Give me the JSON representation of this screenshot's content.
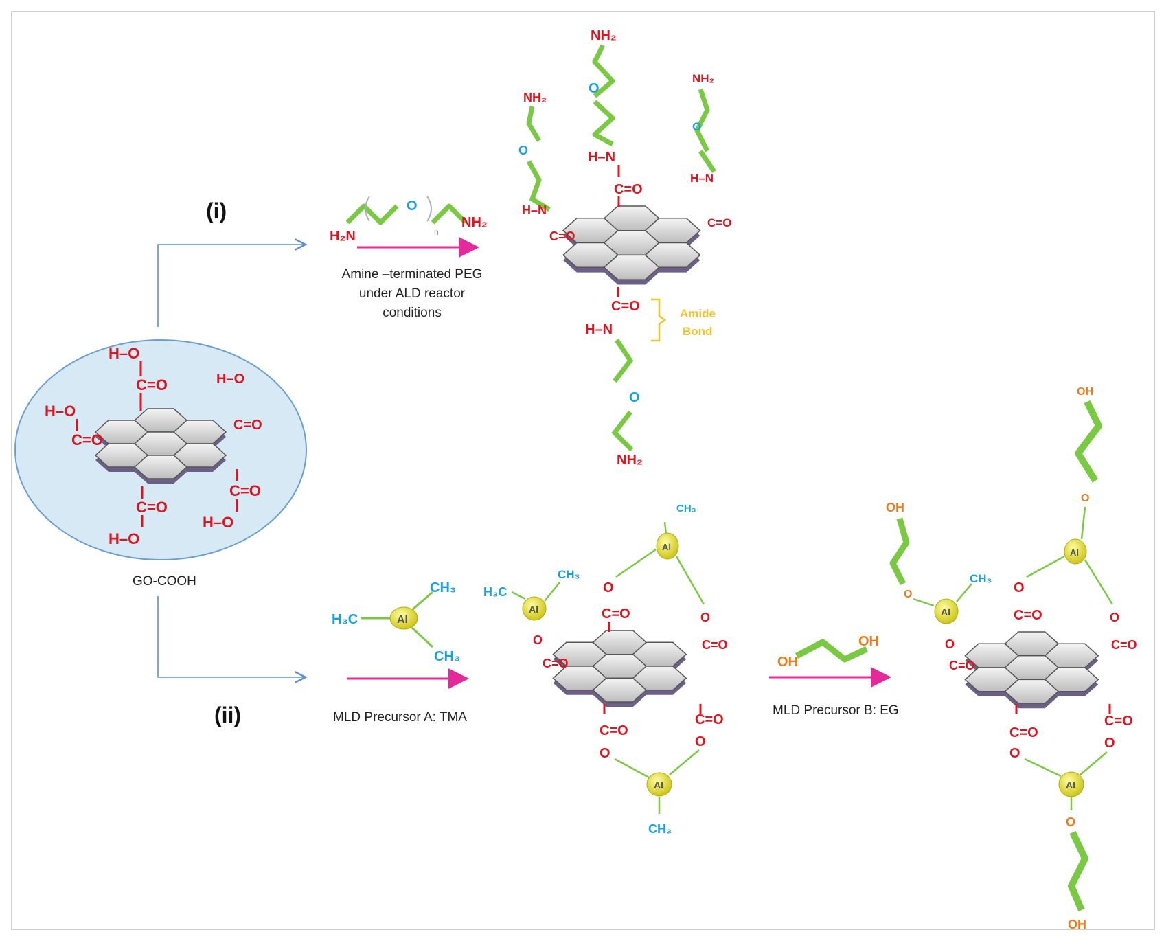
{
  "route_labels": {
    "i": "(i)",
    "ii": "(ii)"
  },
  "start_material": "GO-COOH",
  "reagents": {
    "peg": {
      "line1": "Amine –terminated PEG",
      "line2": "under ALD reactor",
      "line3": "conditions"
    },
    "tma": "MLD Precursor A: TMA",
    "eg": "MLD Precursor B: EG"
  },
  "annotation": {
    "line1": "Amide",
    "line2": "Bond"
  },
  "atoms": {
    "H2N": "H₂N",
    "NH2": "NH₂",
    "O": "O",
    "OH": "OH",
    "H3C": "H₃C",
    "CH3": "CH₃",
    "Al": "Al",
    "n": "n",
    "HO": "H–O",
    "OH2": "O–H",
    "CO": "C=O",
    "HN": "H–N",
    "CeqO": "C=O"
  },
  "colors": {
    "red": "#e0141e",
    "green": "#7ac943",
    "blue": "#1aa0e0",
    "orange": "#f07a1a",
    "gold": "#f2c230",
    "magenta": "#e6299a",
    "arrow_blue": "#5b8fd0",
    "ellipse_fill": "#d7e9f4",
    "ellipse_stroke": "#6a9fd0",
    "al_fill": "#e6e21e"
  }
}
